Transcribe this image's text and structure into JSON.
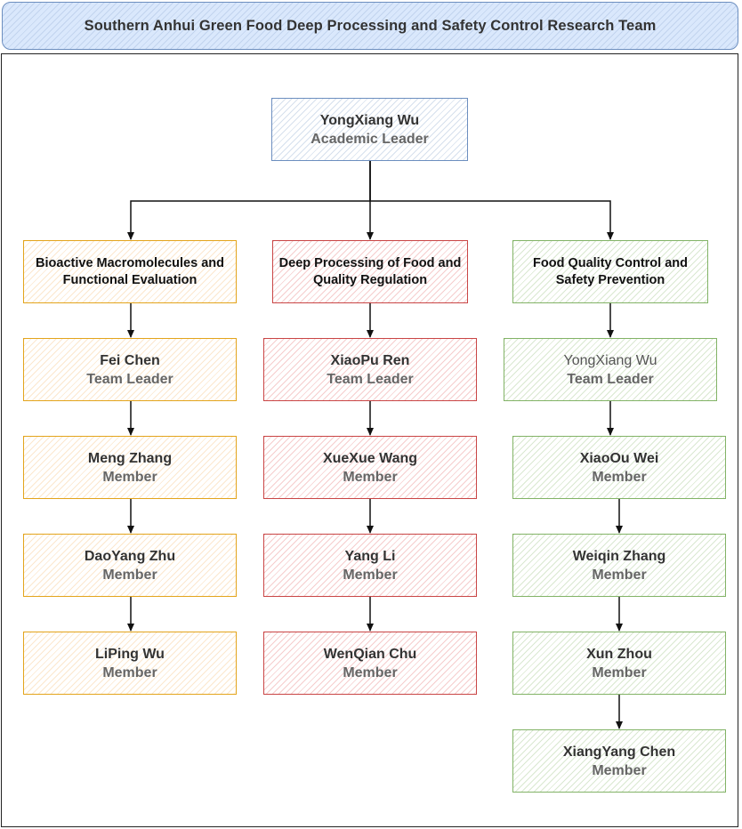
{
  "title": "Southern Anhui Green Food Deep Processing and Safety Control Research Team",
  "leader": {
    "name": "YongXiang Wu",
    "role": "Academic Leader"
  },
  "departments": [
    {
      "name": "Bioactive Macromolecules and Functional Evaluation",
      "color": "orange",
      "members": [
        {
          "name": "Fei Chen",
          "role": "Team Leader"
        },
        {
          "name": "Meng Zhang",
          "role": "Member"
        },
        {
          "name": "DaoYang Zhu",
          "role": "Member"
        },
        {
          "name": "LiPing Wu",
          "role": "Member"
        }
      ]
    },
    {
      "name": "Deep Processing of Food and Quality Regulation",
      "color": "red",
      "members": [
        {
          "name": "XiaoPu Ren",
          "role": "Team Leader"
        },
        {
          "name": "XueXue Wang",
          "role": "Member"
        },
        {
          "name": "Yang Li",
          "role": "Member"
        },
        {
          "name": "WenQian Chu",
          "role": "Member"
        }
      ]
    },
    {
      "name": "Food Quality Control and Safety Prevention",
      "color": "green",
      "members": [
        {
          "name": "YongXiang Wu",
          "role": "Team Leader"
        },
        {
          "name": "XiaoOu Wei",
          "role": "Member"
        },
        {
          "name": "Weiqin Zhang",
          "role": "Member"
        },
        {
          "name": "Xun Zhou",
          "role": "Member"
        },
        {
          "name": "XiangYang Chen",
          "role": "Member"
        }
      ]
    }
  ],
  "colors": {
    "blue_stroke": "#6c8ebf",
    "orange_stroke": "#e3a41c",
    "red_stroke": "#c94545",
    "green_stroke": "#82b366",
    "edge": "#111111"
  }
}
